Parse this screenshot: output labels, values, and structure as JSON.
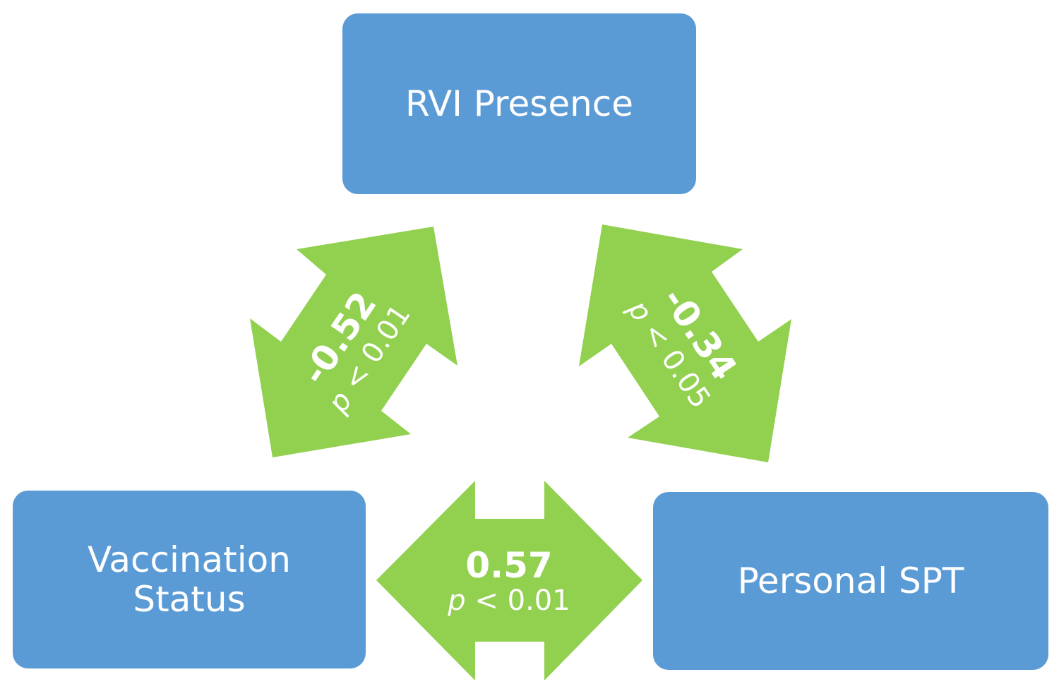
{
  "nodes": {
    "rvi": {
      "label": "RVI Presence"
    },
    "vaccination": {
      "line1": "Vaccination",
      "line2": "Status"
    },
    "spt": {
      "label": "Personal SPT"
    }
  },
  "links": {
    "vaccination_rvi": {
      "coefficient": "-0.52",
      "p_symbol": "p",
      "p_rest": " < 0.01"
    },
    "rvi_spt": {
      "coefficient": "-0.34",
      "p_symbol": "p",
      "p_rest": " < 0.05"
    },
    "vaccination_spt": {
      "coefficient": "0.57",
      "p_symbol": "p",
      "p_rest": " < 0.01"
    }
  },
  "colors": {
    "node_fill": "#5b9bd5",
    "arrow_fill": "#92d050",
    "text": "#ffffff"
  }
}
